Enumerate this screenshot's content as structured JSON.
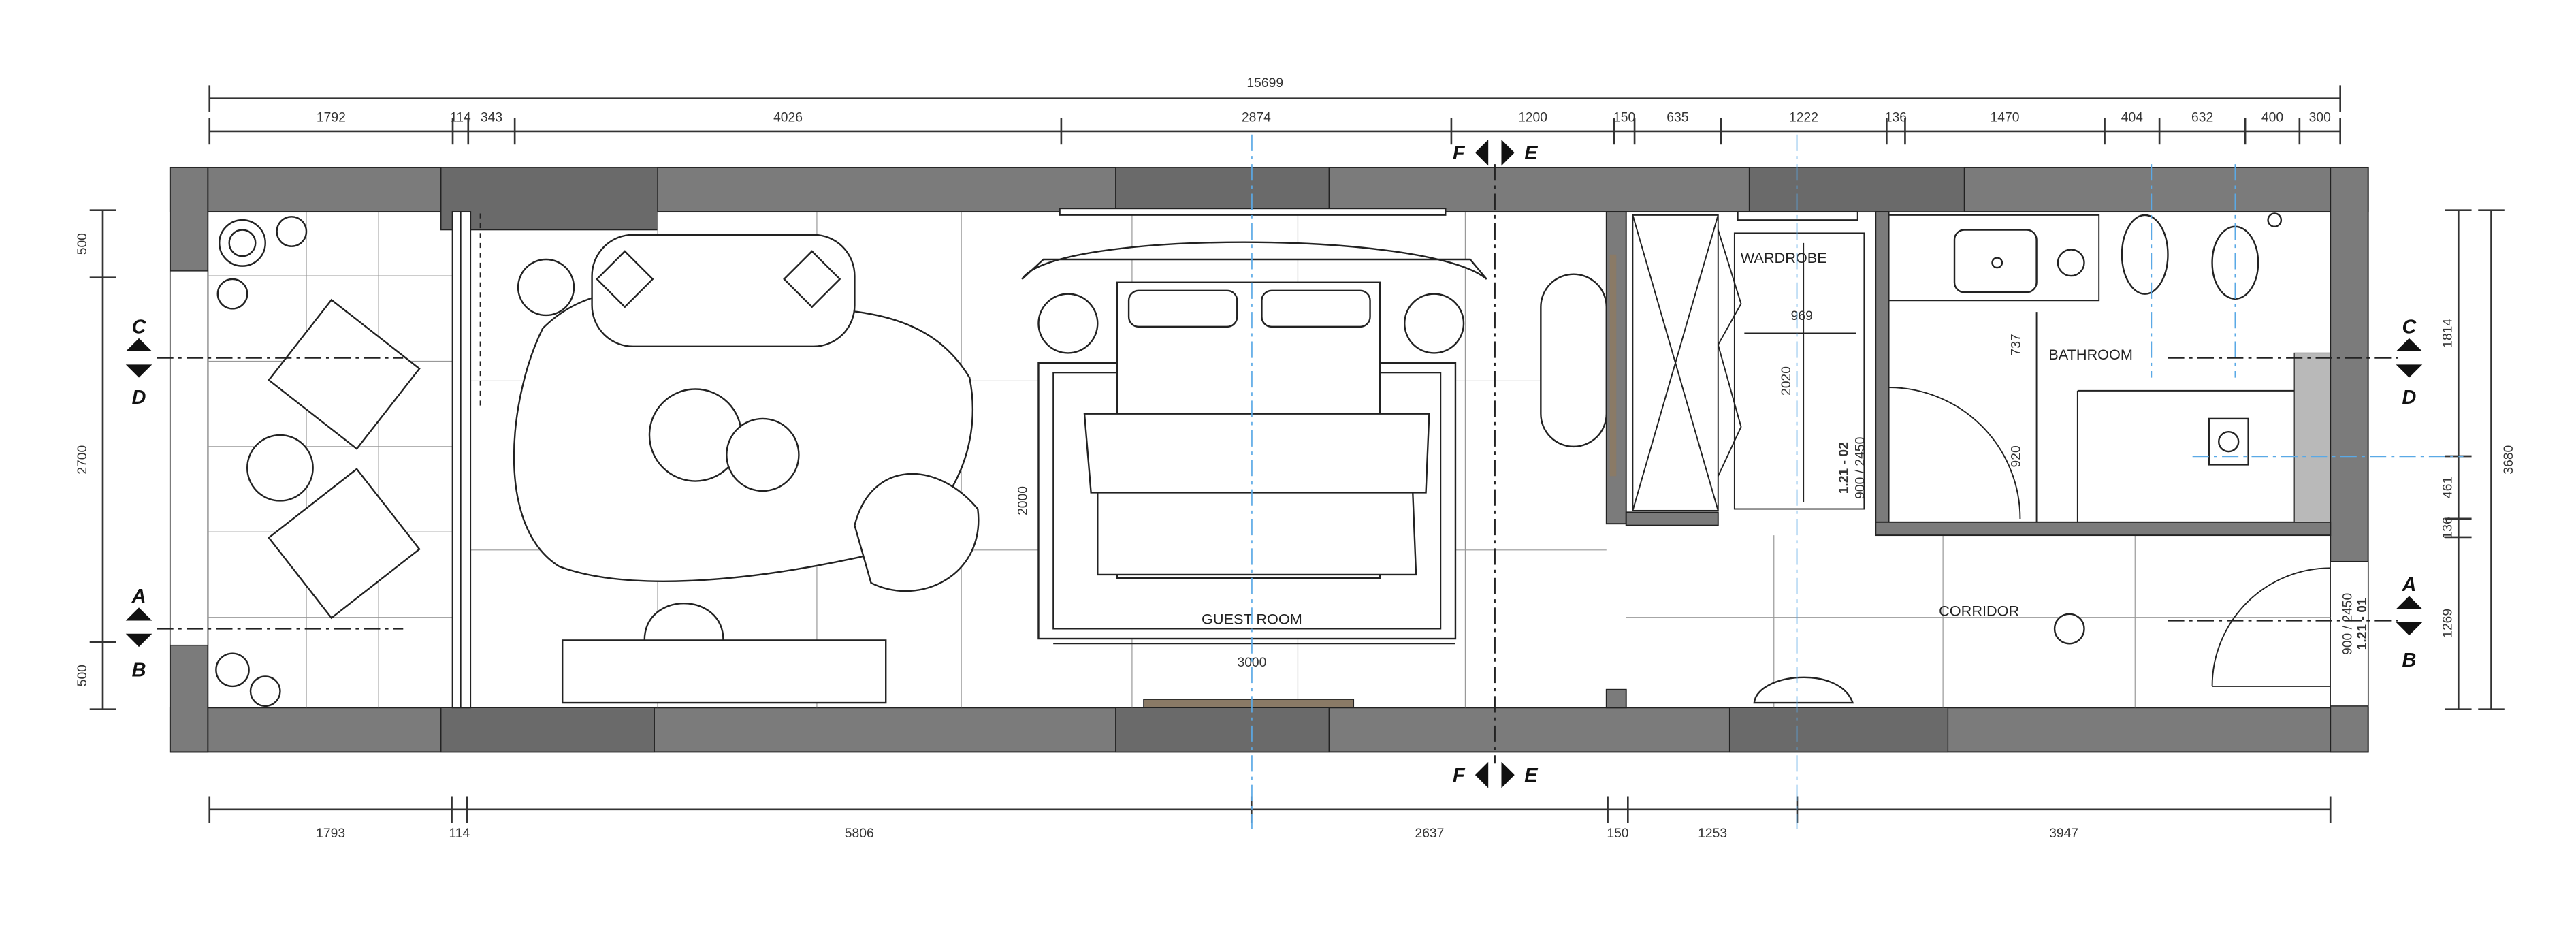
{
  "plan": {
    "rooms": {
      "guest_room": "GUEST ROOM",
      "wardrobe": "WARDROBE",
      "bathroom": "BATHROOM",
      "corridor": "CORRIDOR"
    },
    "inner_dims": {
      "rug_width": "3000",
      "rug_depth": "2000",
      "wardrobe_width": "969",
      "wardrobe_length": "2020",
      "bath_737": "737",
      "bath_920": "920"
    },
    "door_tags": {
      "wardrobe_door_code": "1.21 - 02",
      "wardrobe_door_size": "900 / 2450",
      "entry_door_size": "900 / 2450",
      "entry_door_code": "1.21 - 01"
    },
    "section_markers": {
      "a": "A",
      "b": "B",
      "c": "C",
      "d": "D",
      "e": "E",
      "f": "F"
    }
  },
  "dimensions": {
    "overall_top": "15699",
    "top": [
      "1792",
      "114",
      "343",
      "4026",
      "2874",
      "1200",
      "150",
      "635",
      "1222",
      "136",
      "1470",
      "404",
      "632",
      "400",
      "300"
    ],
    "bottom": [
      "1793",
      "114",
      "5806",
      "2637",
      "150",
      "1253",
      "3947"
    ],
    "left": [
      "500",
      "2700",
      "500"
    ],
    "right": [
      "1814",
      "461",
      "136",
      "1269"
    ],
    "overall_right": "3680"
  },
  "colors": {
    "wall": "#7b7b7b",
    "axis": "#5aa9e6",
    "wood": "#8a7a66"
  }
}
